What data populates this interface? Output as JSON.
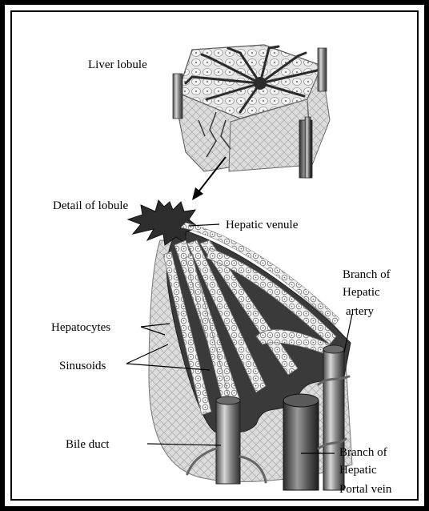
{
  "diagram": {
    "labels": {
      "liver_lobule": "Liver lobule",
      "detail_of_lobule": "Detail of lobule",
      "hepatic_venule": "Hepatic venule",
      "branch_artery_line1": "Branch of",
      "branch_artery_line2": "Hepatic",
      "branch_artery_line3": "artery",
      "hepatocytes": "Hepatocytes",
      "sinusoids": "Sinusoids",
      "bile_duct": "Bile duct",
      "branch_portal_line1": "Branch of",
      "branch_portal_line2": "Hepatic",
      "branch_portal_line3": "Portal vein"
    },
    "colors": {
      "frame": "#000000",
      "vessel_dark": "#3a3a3a",
      "tissue_light": "#d9d9d9",
      "cell_outline": "#8a8a8a",
      "background": "#ffffff"
    }
  }
}
